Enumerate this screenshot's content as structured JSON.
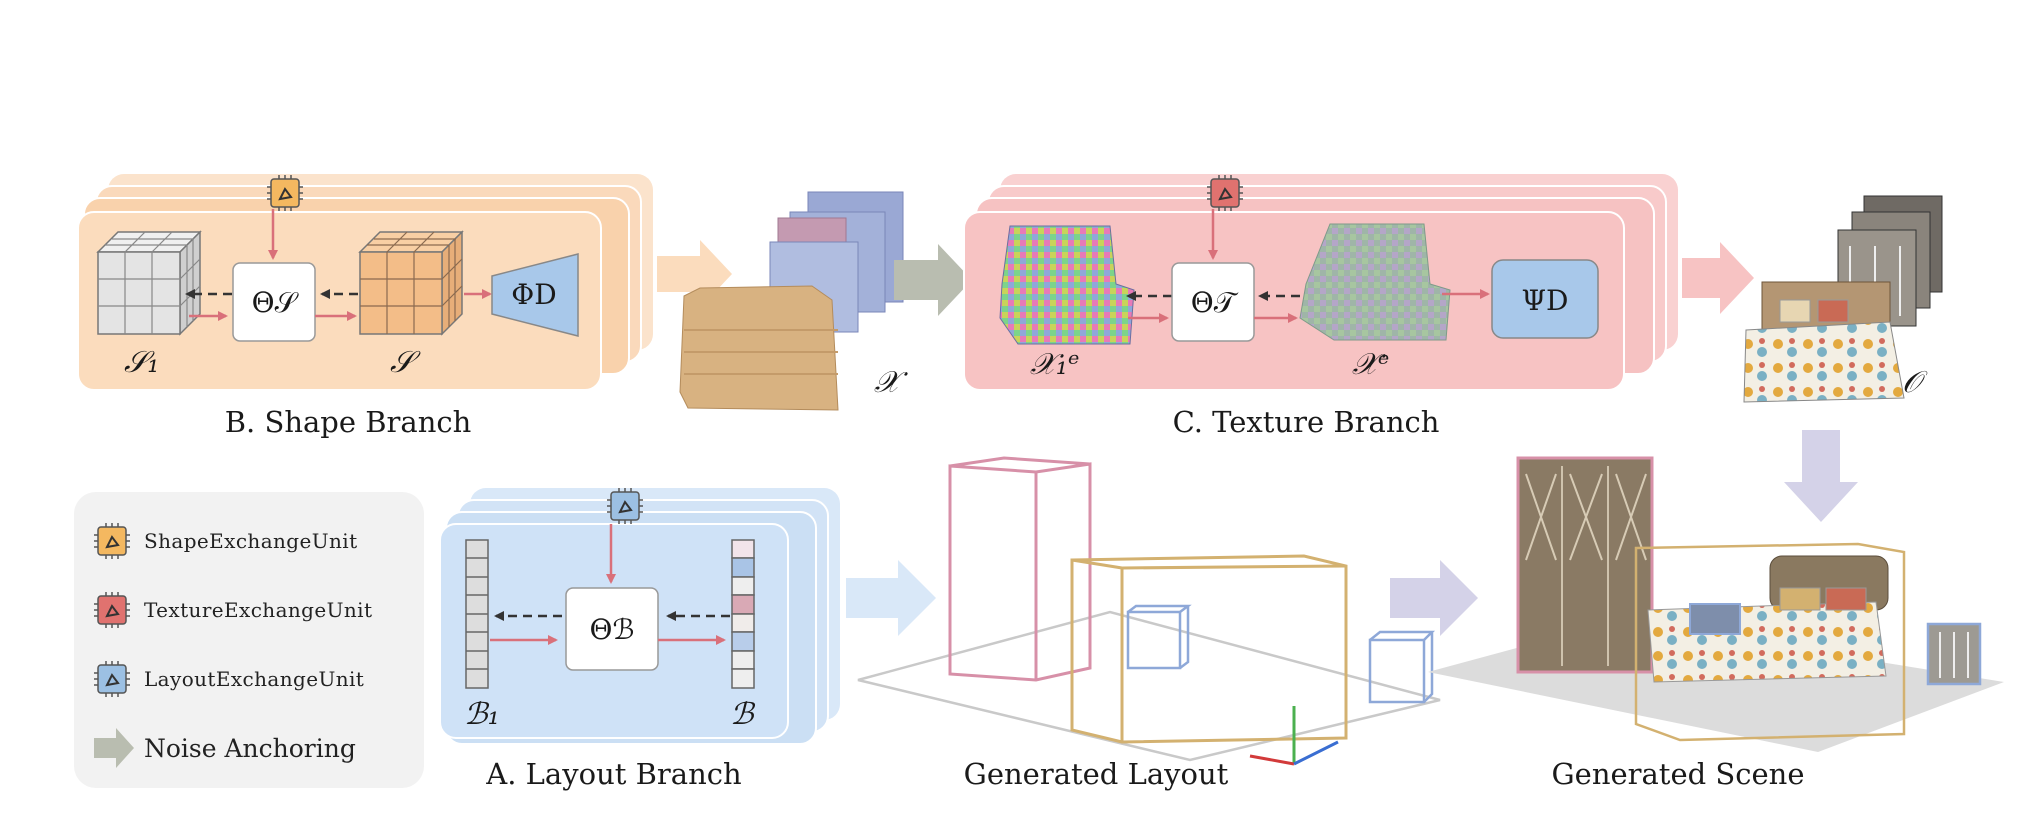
{
  "colors": {
    "shape": "#fbdcbd",
    "texture": "#f7c3c3",
    "layout": "#cfe2f7",
    "arrow_red": "#d9707a",
    "noise_arrow": "#b9bdb0",
    "legend_bg": "#f2f2f2"
  },
  "shape_branch": {
    "caption": "B. Shape Branch",
    "input_symbol": "𝒮₁",
    "output_symbol": "𝒮",
    "denoiser": "Θ𝒮",
    "decoder": "ΦD",
    "exchange_icon": "shape-exchange-unit"
  },
  "texture_branch": {
    "caption": "C. Texture Branch",
    "input_symbol": "𝒳₁ᵉ",
    "output_symbol": "𝒳ᵉ",
    "denoiser": "Θ𝒯",
    "decoder": "ΨD",
    "exchange_icon": "texture-exchange-unit"
  },
  "layout_branch": {
    "caption": "A. Layout Branch",
    "input_symbol": "ℬ₁",
    "output_symbol": "ℬ",
    "denoiser": "Θℬ",
    "exchange_icon": "layout-exchange-unit"
  },
  "intermediate": {
    "shape_output_symbol": "𝒳",
    "final_output_symbol": "𝒪"
  },
  "generated_layout": {
    "caption": "Generated Layout"
  },
  "generated_scene": {
    "caption": "Generated Scene"
  },
  "legend": {
    "items": [
      {
        "label": "ShapeExchangeUnit",
        "icon": "shape-exchange-icon",
        "color": "#f4b860"
      },
      {
        "label": "TextureExchangeUnit",
        "icon": "texture-exchange-icon",
        "color": "#e0726f"
      },
      {
        "label": "LayoutExchangeUnit",
        "icon": "layout-exchange-icon",
        "color": "#9cc0e3"
      },
      {
        "label": "Noise Anchoring",
        "icon": "noise-anchoring-arrow-icon",
        "color": "#b9bdb0"
      }
    ]
  }
}
